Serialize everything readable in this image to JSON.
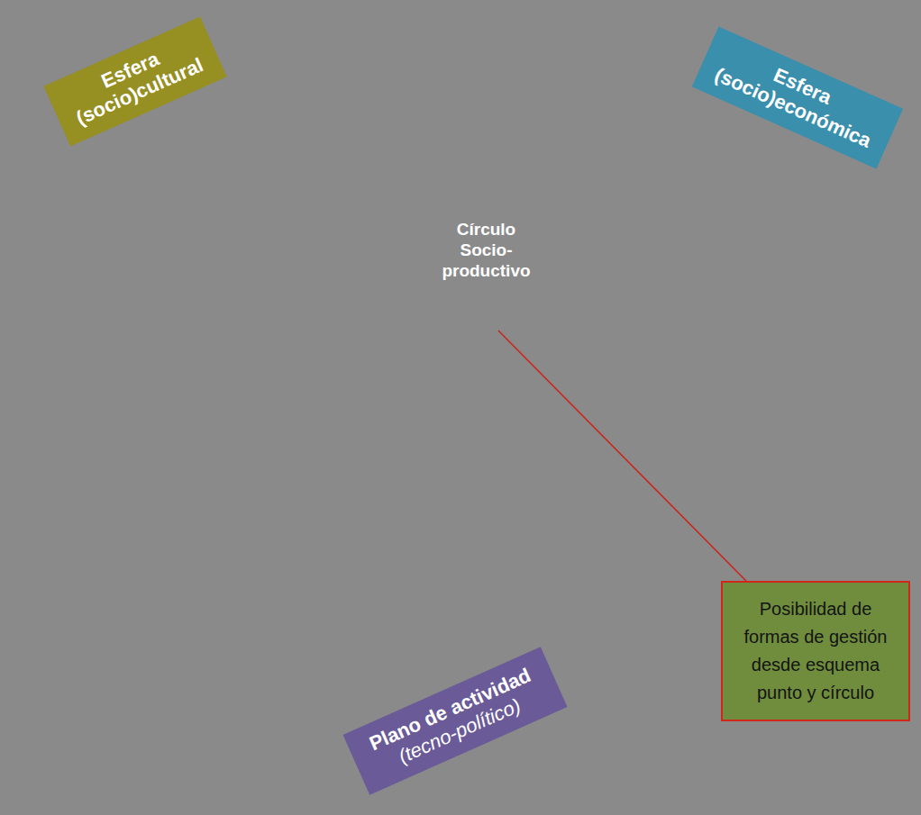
{
  "diagram": {
    "nodes": [
      {
        "text": [
          "Esfera (socio)cultural"
        ]
      },
      {
        "text": [
          "Esfera (socio)económica"
        ]
      },
      {
        "text": [
          "Círculo Socio-productivo"
        ]
      },
      {
        "text": [
          "Plano de actividad",
          "(tecno-político)"
        ]
      },
      {
        "text": [
          "Posibilidad de formas de gestión desde esquema punto y círculo"
        ]
      }
    ],
    "edges": [
      {
        "from": 2,
        "to": 4,
        "arrow": "none"
      }
    ]
  }
}
